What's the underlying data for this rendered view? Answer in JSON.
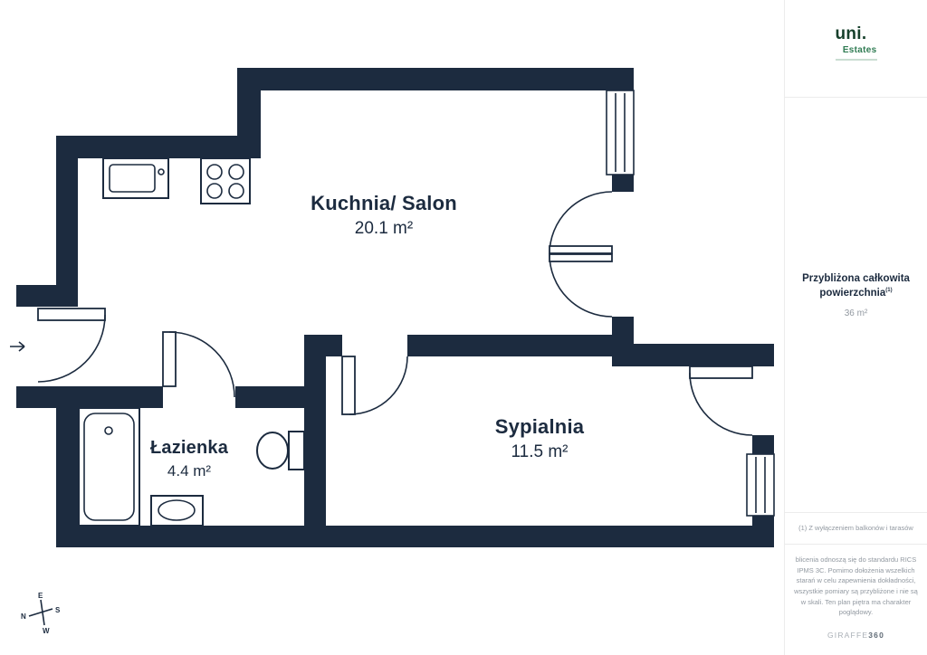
{
  "plan": {
    "rooms": [
      {
        "name": "Kuchnia/ Salon",
        "area": "20.1 m²"
      },
      {
        "name": "Łazienka",
        "area": "4.4 m²"
      },
      {
        "name": "Sypialnia",
        "area": "11.5 m²"
      }
    ],
    "compass": {
      "n": "N",
      "s": "S",
      "e": "E",
      "w": "W"
    }
  },
  "sidebar": {
    "logo": {
      "name": "uni.",
      "sub": "Estates"
    },
    "total_area_label_line1": "Przybliżona całkowita",
    "total_area_label_line2": "powierzchnia",
    "total_area_footnote_marker": "(1)",
    "total_area_value": "36 m²",
    "footnote": "(1) Z wyłączeniem balkonów i tarasów",
    "disclaimer": "blicenia odnoszą się do standardu RICS IPMS 3C. Pomimo dołożenia wszelkich starań w celu zapewnienia dokładności, wszystkie pomiary są przybliżone i nie są w skali. Ten plan piętra ma charakter poglądowy.",
    "brand_name": "GIRAFFE",
    "brand_suffix": "360"
  },
  "colors": {
    "wall": "#1C2B3F",
    "logo_green_dark": "#17402C",
    "logo_green": "#2F7B52",
    "muted_text": "#9299a1"
  }
}
